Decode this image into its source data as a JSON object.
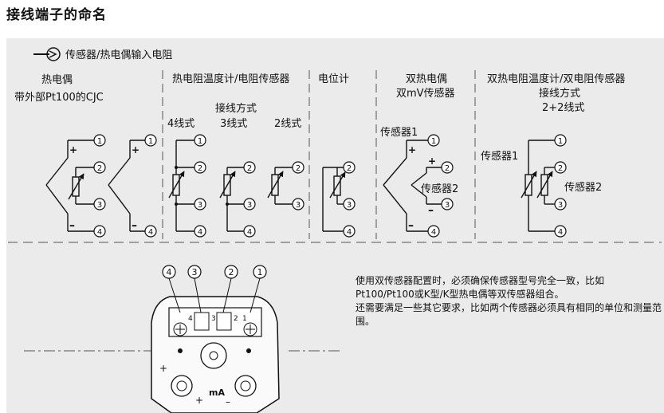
{
  "title": "接线端子的命名",
  "legend": {
    "icon": "arrow-right-circle-icon",
    "text": "传感器/热电偶输入电阻"
  },
  "columns": {
    "tc": {
      "line1": "热电偶",
      "line2": "带外部Pt100的CJC"
    },
    "rtd": {
      "line1": "热电阻温度计/电阻传感器",
      "method": "接线方式",
      "w4": "4线式",
      "w3": "3线式",
      "w2": "2线式"
    },
    "pot": {
      "line1": "电位计"
    },
    "dual_tc": {
      "line1": "双热电偶",
      "line2": "双mV传感器",
      "s1": "传感器1",
      "s2": "传感器2"
    },
    "dual_rtd": {
      "line1": "双热电阻温度计/双电阻传感器",
      "line2": "接线方式",
      "line3": "2+2线式",
      "s1": "传感器1",
      "s2": "传感器2"
    }
  },
  "terminals": [
    "1",
    "2",
    "3",
    "4"
  ],
  "device": {
    "terms": [
      "4",
      "3",
      "2",
      "1"
    ],
    "unit": "mA"
  },
  "note": [
    "使用双传感器配置时，必须确保传感器型号完全一致，比如Pt100/Pt100或K型/K型热电偶等双传感器组合。",
    "还需要满足一些其它要求，比如两个传感器必须具有相同的单位和测量范围。"
  ]
}
